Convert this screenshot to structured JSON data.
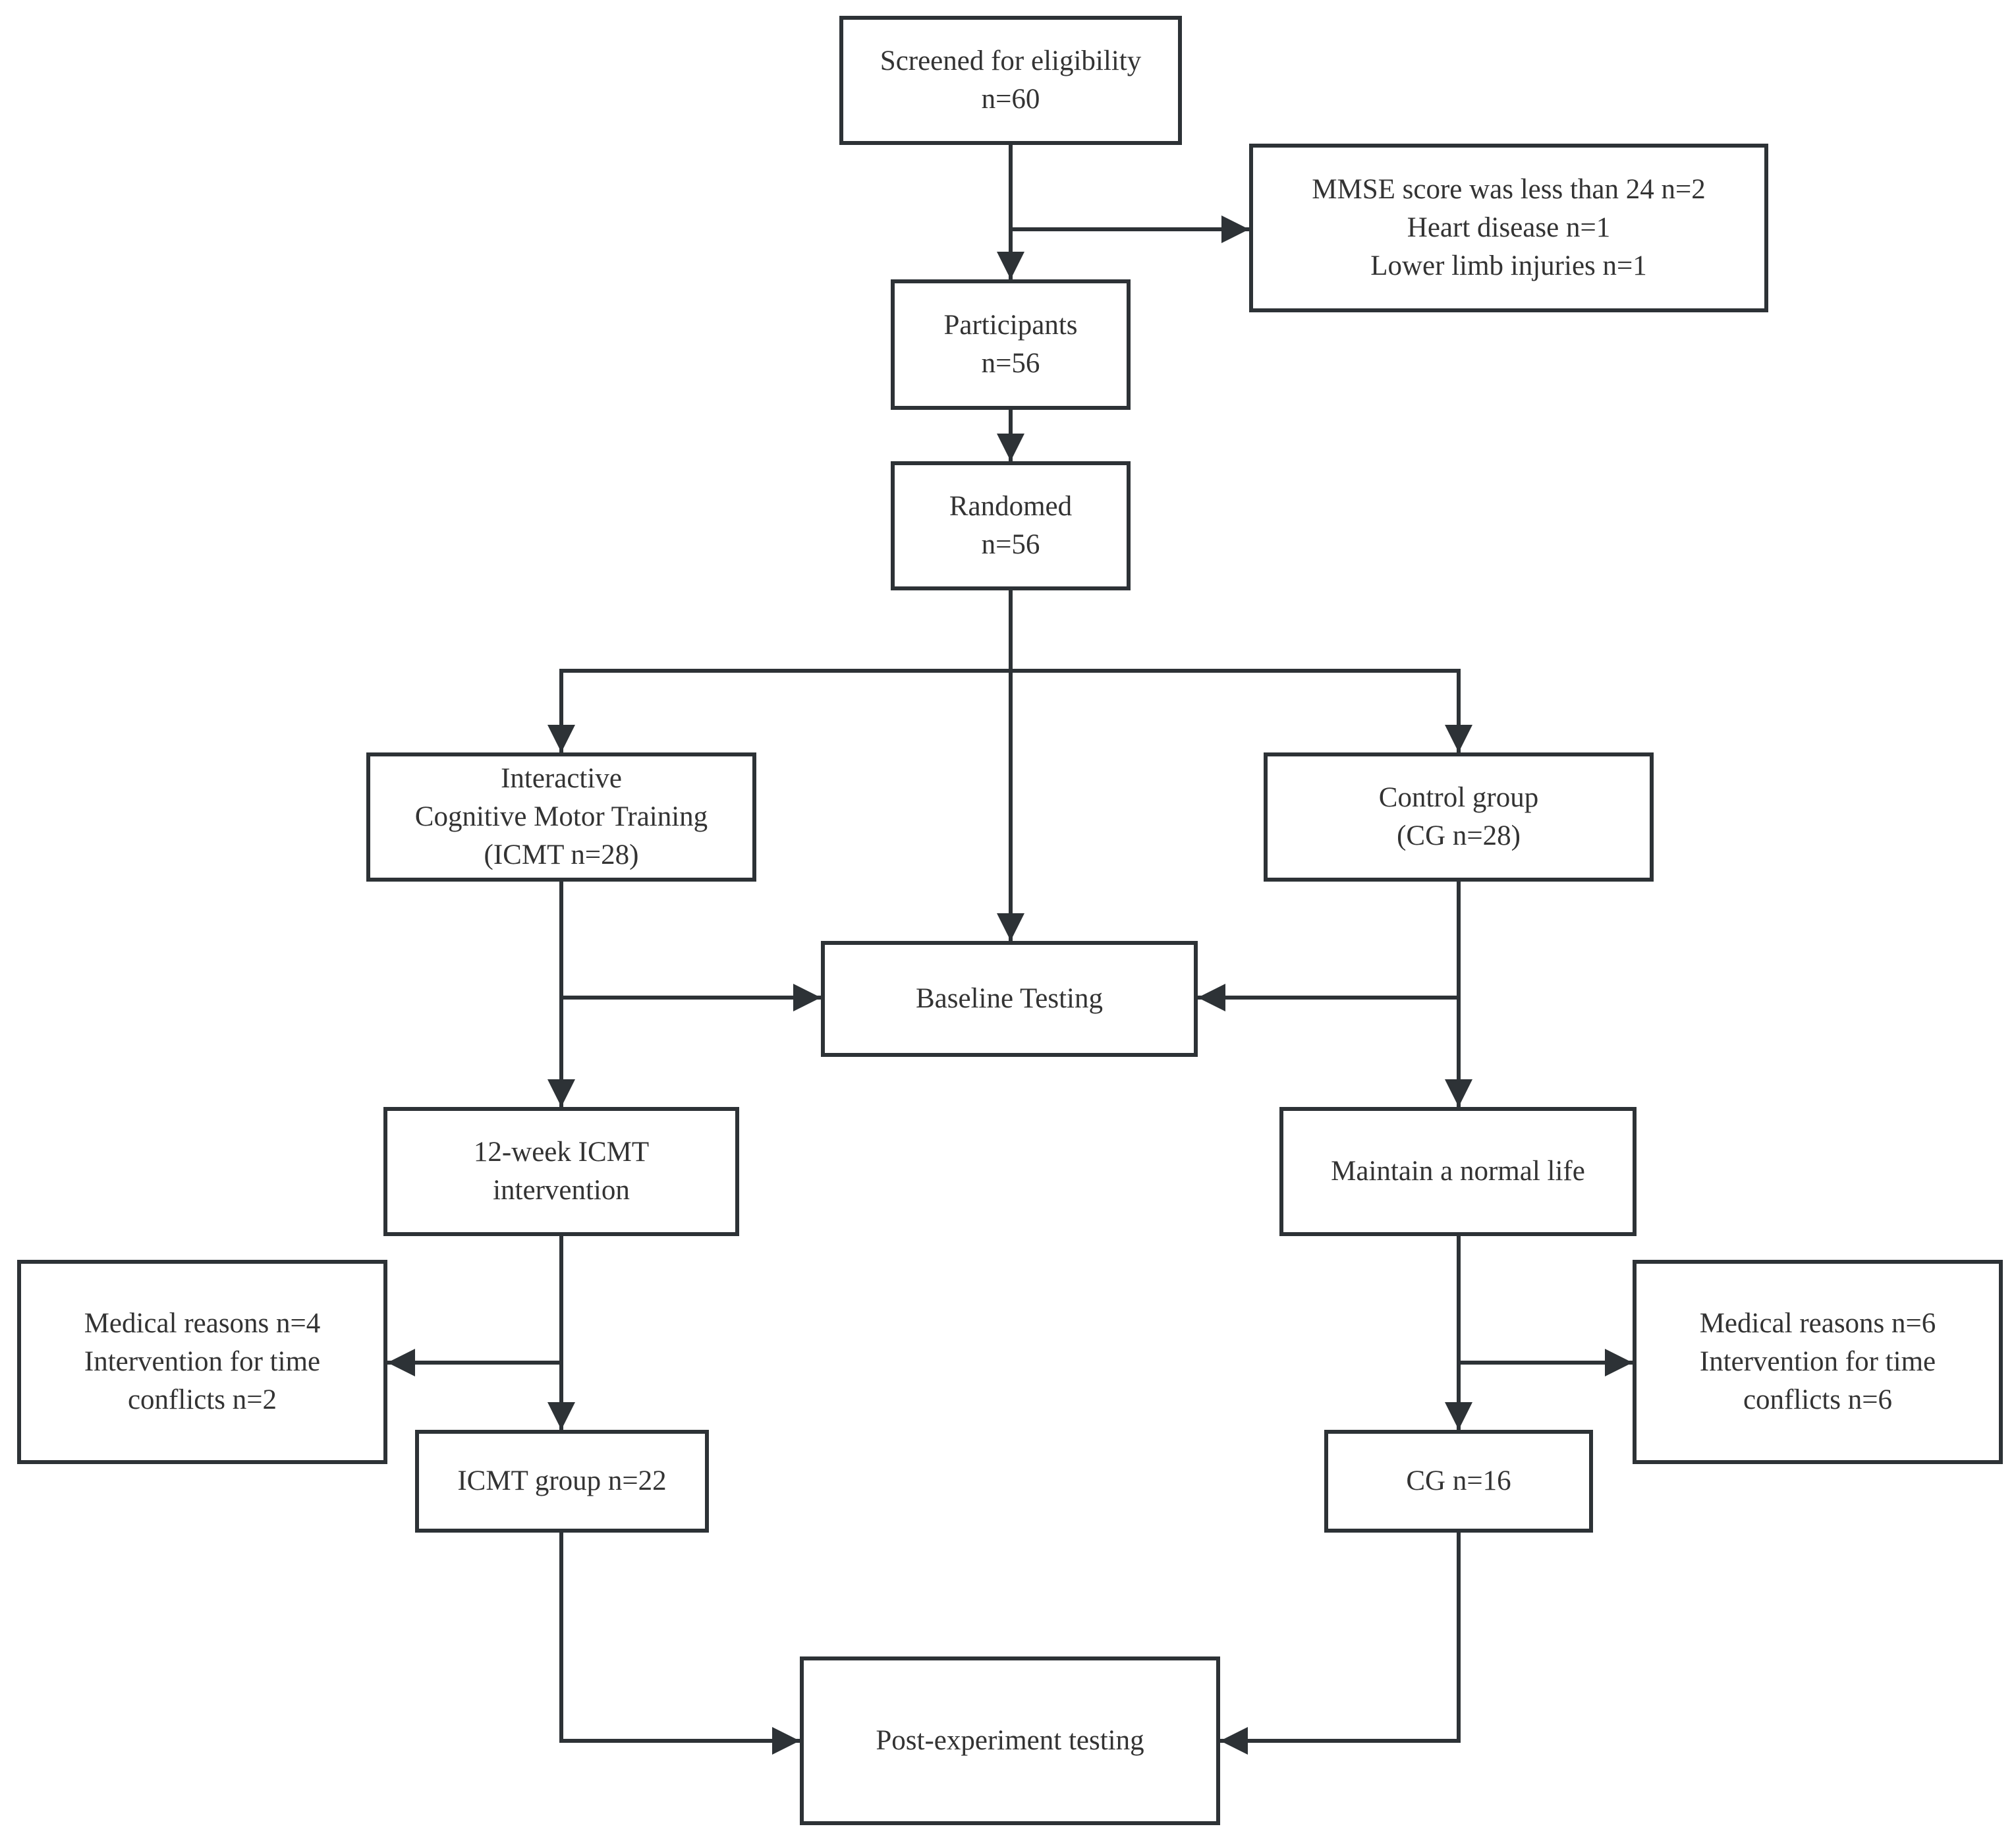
{
  "colors": {
    "stroke": "#2d3236",
    "text": "#333333",
    "background": "#ffffff"
  },
  "nodes": {
    "screened": {
      "lines": [
        "Screened for eligibility",
        "n=60"
      ]
    },
    "excluded": {
      "lines": [
        "MMSE score was less than 24 n=2",
        "Heart disease n=1",
        "Lower limb injuries n=1"
      ]
    },
    "participants": {
      "lines": [
        "Participants",
        "n=56"
      ]
    },
    "randomed": {
      "lines": [
        "Randomed",
        "n=56"
      ]
    },
    "icmt": {
      "lines": [
        "Interactive",
        "Cognitive Motor Training",
        "(ICMT n=28)"
      ]
    },
    "control": {
      "lines": [
        "Control group",
        "(CG n=28)"
      ]
    },
    "baseline": {
      "lines": [
        "Baseline Testing"
      ]
    },
    "icmt_intervention": {
      "lines": [
        "12-week ICMT",
        "intervention"
      ]
    },
    "normal_life": {
      "lines": [
        "Maintain a normal life"
      ]
    },
    "icmt_dropout": {
      "lines": [
        "Medical reasons n=4",
        "Intervention for time",
        "conflicts n=2"
      ]
    },
    "cg_dropout": {
      "lines": [
        "Medical reasons n=6",
        "Intervention for time",
        "conflicts n=6"
      ]
    },
    "icmt_group": {
      "lines": [
        "ICMT group n=22"
      ]
    },
    "cg_group": {
      "lines": [
        "CG n=16"
      ]
    },
    "post_test": {
      "lines": [
        "Post-experiment testing"
      ]
    }
  }
}
